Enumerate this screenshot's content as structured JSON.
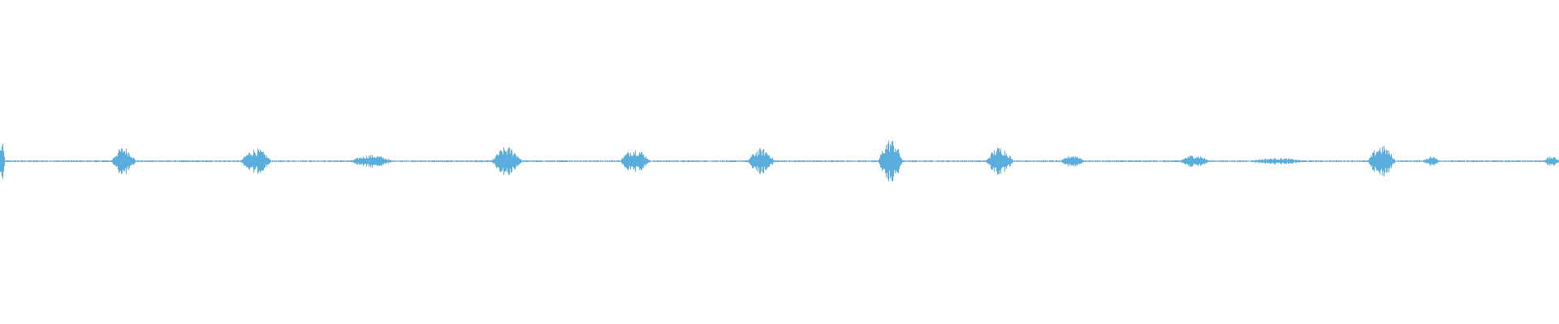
{
  "waveform": {
    "color": "#5aaede",
    "baseline_amplitude": 0.003,
    "bursts": [
      {
        "position": 0.001,
        "amplitude": 0.06,
        "width": 0.002
      },
      {
        "position": 0.079,
        "amplitude": 0.045,
        "width": 0.008
      },
      {
        "position": 0.164,
        "amplitude": 0.04,
        "width": 0.01
      },
      {
        "position": 0.238,
        "amplitude": 0.02,
        "width": 0.014
      },
      {
        "position": 0.325,
        "amplitude": 0.045,
        "width": 0.01
      },
      {
        "position": 0.407,
        "amplitude": 0.04,
        "width": 0.01
      },
      {
        "position": 0.488,
        "amplitude": 0.04,
        "width": 0.009
      },
      {
        "position": 0.571,
        "amplitude": 0.07,
        "width": 0.008
      },
      {
        "position": 0.641,
        "amplitude": 0.045,
        "width": 0.009
      },
      {
        "position": 0.688,
        "amplitude": 0.02,
        "width": 0.008
      },
      {
        "position": 0.766,
        "amplitude": 0.02,
        "width": 0.01
      },
      {
        "position": 0.819,
        "amplitude": 0.01,
        "width": 0.02
      },
      {
        "position": 0.886,
        "amplitude": 0.05,
        "width": 0.009
      },
      {
        "position": 0.918,
        "amplitude": 0.015,
        "width": 0.006
      },
      {
        "position": 0.995,
        "amplitude": 0.015,
        "width": 0.006
      }
    ]
  }
}
